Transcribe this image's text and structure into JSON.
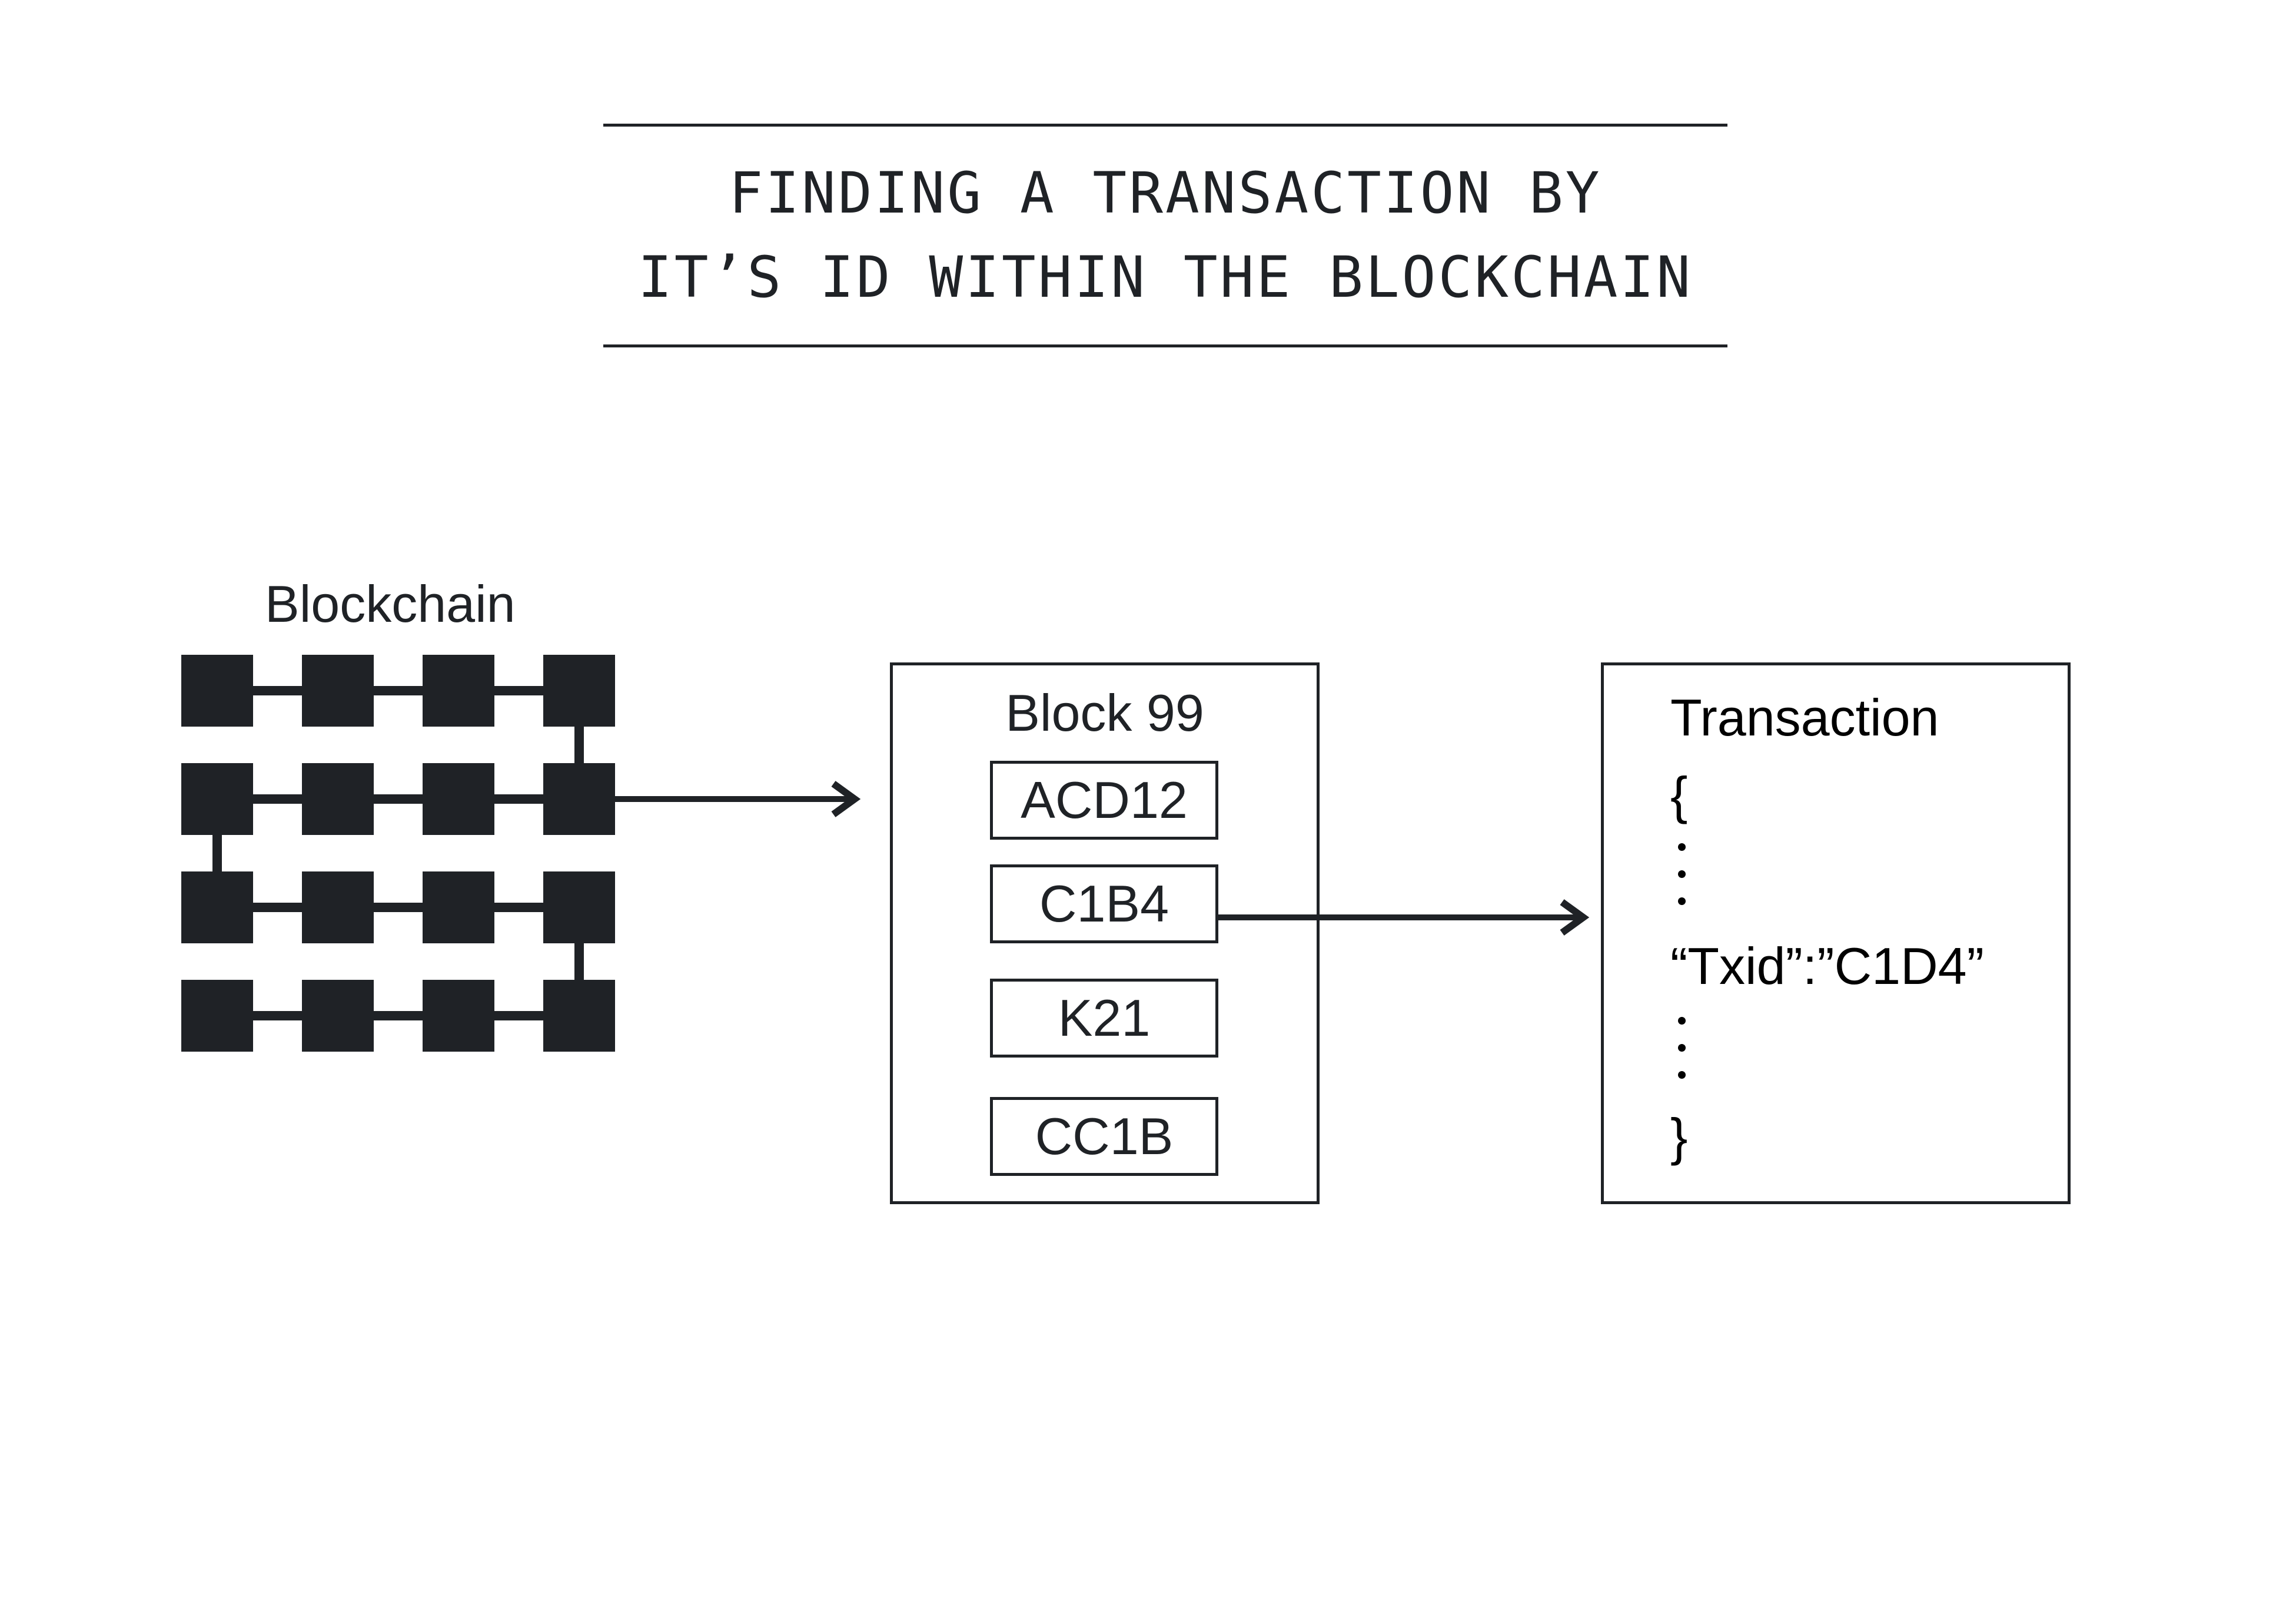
{
  "title": {
    "line1": "FINDING A TRANSACTION BY",
    "line2": "IT’S ID WITHIN THE BLOCKCHAIN"
  },
  "blockchain": {
    "label": "Blockchain",
    "rows": 4,
    "cols": 4
  },
  "block": {
    "title": "Block 99",
    "transactions": [
      "ACD12",
      "C1B4",
      "K21",
      "CC1B"
    ]
  },
  "transaction": {
    "title": "Transaction",
    "open_brace": "{",
    "txid_line": "“Txid”:”C1D4”",
    "close_brace": "}"
  },
  "colors": {
    "ink": "#1f2226",
    "background": "#ffffff"
  }
}
